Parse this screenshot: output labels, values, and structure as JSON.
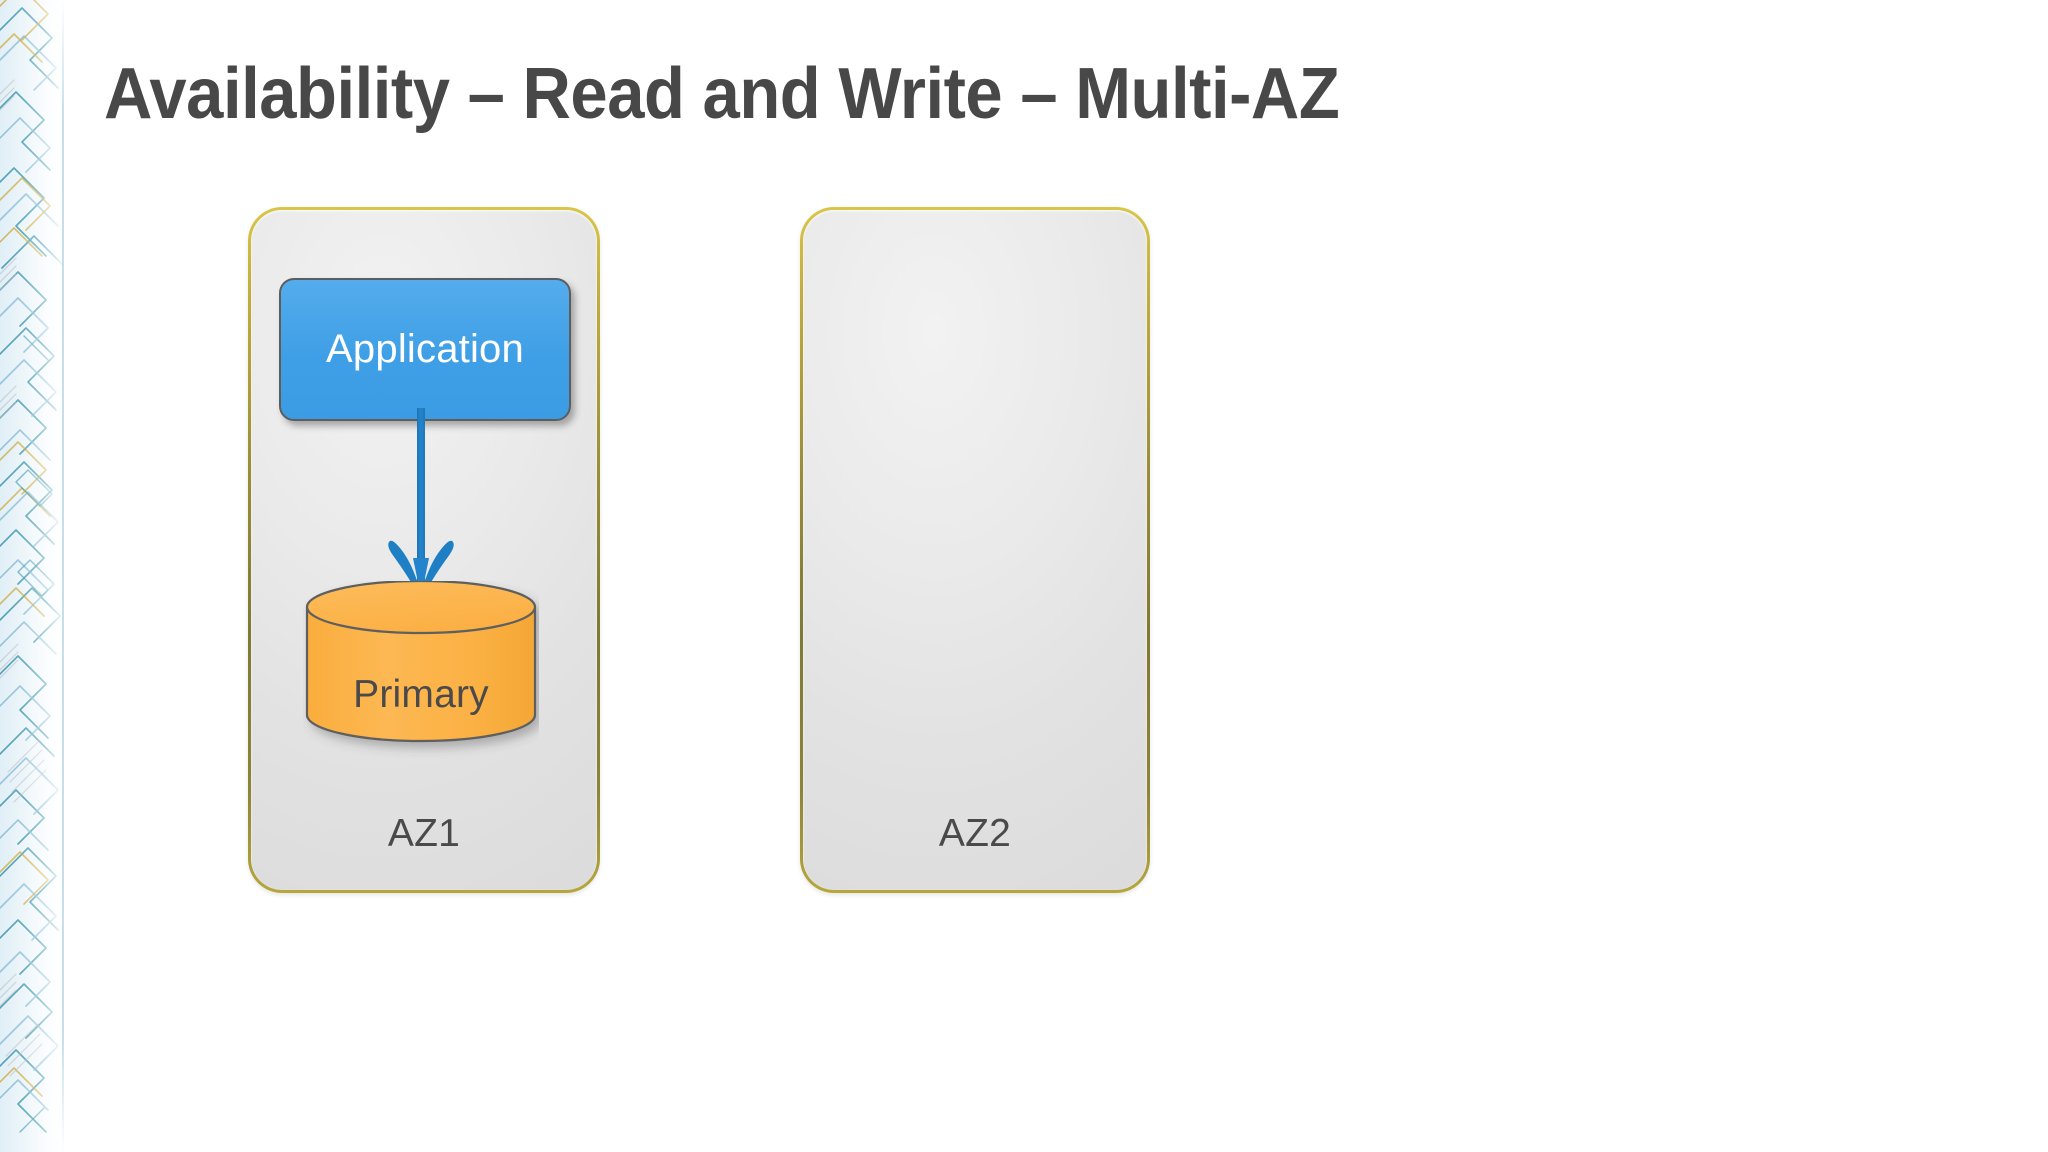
{
  "slide": {
    "title": "Availability – Read and Write – Multi-AZ",
    "background_color": "#ffffff",
    "title_color": "#484848"
  },
  "decoration": {
    "left_band": {
      "name": "isometric-circuit-pattern",
      "line_colors": [
        "#2f8fa8",
        "#7fb8d4",
        "#c9a227",
        "#9fc9dd",
        "#b9b9c2"
      ],
      "wash_color": "#d6e9f3"
    }
  },
  "diagram": {
    "type": "architecture",
    "zone_border_color": "#9a8e37",
    "zone_fill_color": "#e6e6e6",
    "zones": [
      {
        "id": "az1",
        "label": "AZ1",
        "nodes": [
          {
            "id": "application",
            "label": "Application",
            "shape": "rounded-rect",
            "fill": "#429fe6",
            "text_color": "#ffffff"
          },
          {
            "id": "primary",
            "label": "Primary",
            "shape": "cylinder",
            "fill": "#fbb040",
            "text_color": "#4a4a4a"
          }
        ],
        "edges": [
          {
            "from": "application",
            "to": "primary",
            "direction": "down",
            "color": "#1f80c8",
            "style": "solid-arrow"
          }
        ]
      },
      {
        "id": "az2",
        "label": "AZ2",
        "nodes": [],
        "edges": []
      }
    ]
  }
}
